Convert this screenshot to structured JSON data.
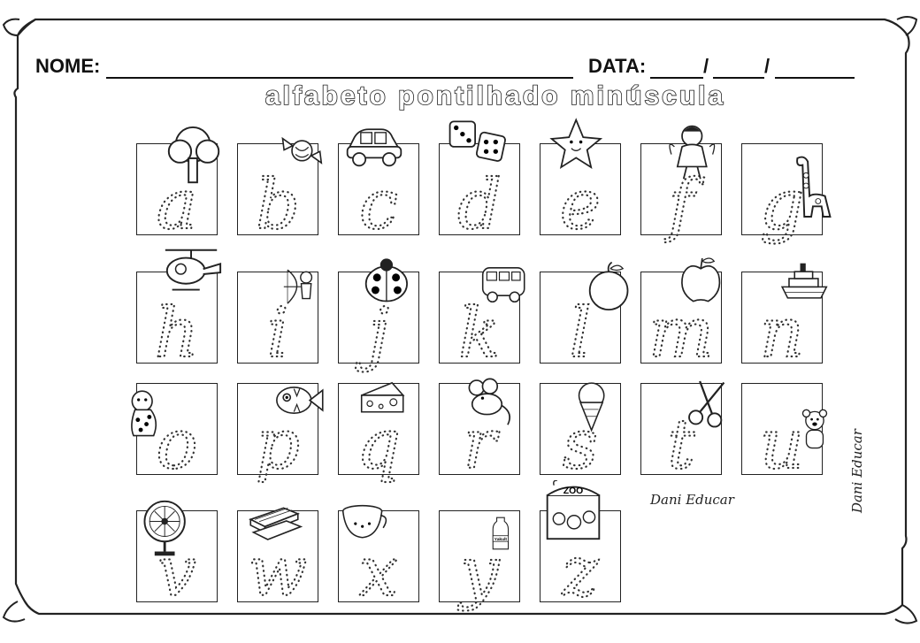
{
  "header": {
    "name_label": "NOME:",
    "date_label": "DATA:",
    "date_sep_1": "/",
    "date_sep_2": "/"
  },
  "title": "ALFABETO PONTILHADO MINÚSCULA",
  "letters": [
    "a",
    "b",
    "c",
    "d",
    "e",
    "f",
    "g",
    "h",
    "i",
    "j",
    "k",
    "l",
    "m",
    "n",
    "o",
    "p",
    "q",
    "r",
    "s",
    "t",
    "u",
    "v",
    "w",
    "x",
    "y",
    "z"
  ],
  "illustrations": [
    {
      "letter": "a",
      "icon": "tree-icon"
    },
    {
      "letter": "b",
      "icon": "candy-icon"
    },
    {
      "letter": "c",
      "icon": "car-icon"
    },
    {
      "letter": "d",
      "icon": "dice-icon"
    },
    {
      "letter": "e",
      "icon": "star-icon"
    },
    {
      "letter": "f",
      "icon": "fairy-girl-icon"
    },
    {
      "letter": "g",
      "icon": "giraffe-icon"
    },
    {
      "letter": "h",
      "icon": "helicopter-icon"
    },
    {
      "letter": "i",
      "icon": "archer-icon"
    },
    {
      "letter": "j",
      "icon": "ladybug-icon"
    },
    {
      "letter": "k",
      "icon": "kombi-van-icon"
    },
    {
      "letter": "l",
      "icon": "orange-icon"
    },
    {
      "letter": "m",
      "icon": "apple-icon"
    },
    {
      "letter": "n",
      "icon": "ship-icon"
    },
    {
      "letter": "o",
      "icon": "jaguar-icon"
    },
    {
      "letter": "p",
      "icon": "fish-icon"
    },
    {
      "letter": "q",
      "icon": "cheese-icon"
    },
    {
      "letter": "r",
      "icon": "mouse-icon"
    },
    {
      "letter": "s",
      "icon": "ice-cream-icon"
    },
    {
      "letter": "t",
      "icon": "scissors-icon"
    },
    {
      "letter": "u",
      "icon": "bear-icon"
    },
    {
      "letter": "v",
      "icon": "fan-icon"
    },
    {
      "letter": "w",
      "icon": "wafer-icon"
    },
    {
      "letter": "x",
      "icon": "cup-icon"
    },
    {
      "letter": "y",
      "icon": "yakult-icon"
    },
    {
      "letter": "z",
      "icon": "zoo-icon"
    }
  ],
  "yakult_label": "Yakult",
  "zoo_label": "ZOO",
  "signature": "Dani Educar",
  "signature_side": "Dani Educar"
}
